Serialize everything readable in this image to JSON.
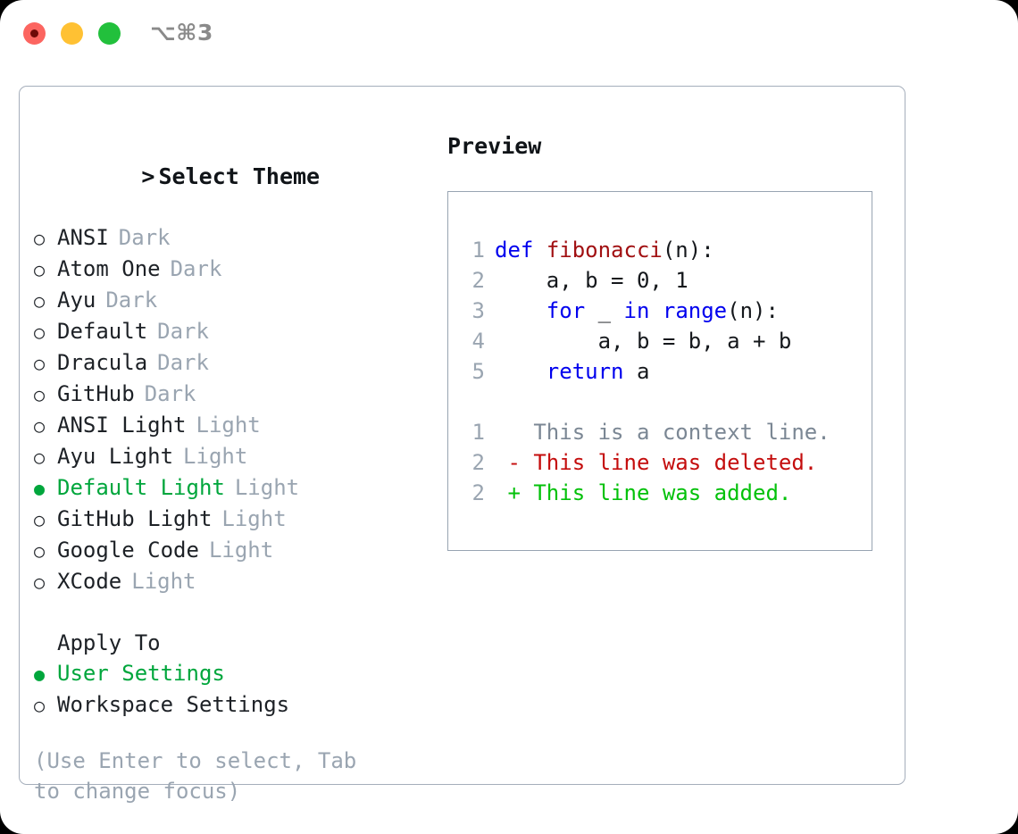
{
  "titlebar": {
    "traffic_lights": [
      {
        "name": "close",
        "color": "#fc6560"
      },
      {
        "name": "minimize",
        "color": "#ffc133"
      },
      {
        "name": "zoom",
        "color": "#22c03c"
      }
    ],
    "shortcut": "⌥⌘3"
  },
  "theme_picker": {
    "header": "Select Theme",
    "caret": ">",
    "marker_unselected": "○",
    "marker_selected": "●",
    "items": [
      {
        "name": "ANSI",
        "kind": "Dark",
        "selected": false
      },
      {
        "name": "Atom One",
        "kind": "Dark",
        "selected": false
      },
      {
        "name": "Ayu",
        "kind": "Dark",
        "selected": false
      },
      {
        "name": "Default",
        "kind": "Dark",
        "selected": false
      },
      {
        "name": "Dracula",
        "kind": "Dark",
        "selected": false
      },
      {
        "name": "GitHub",
        "kind": "Dark",
        "selected": false
      },
      {
        "name": "ANSI Light",
        "kind": "Light",
        "selected": false
      },
      {
        "name": "Ayu Light",
        "kind": "Light",
        "selected": false
      },
      {
        "name": "Default Light",
        "kind": "Light",
        "selected": true
      },
      {
        "name": "GitHub Light",
        "kind": "Light",
        "selected": false
      },
      {
        "name": "Google Code",
        "kind": "Light",
        "selected": false
      },
      {
        "name": "XCode",
        "kind": "Light",
        "selected": false
      }
    ]
  },
  "apply_to": {
    "label": "Apply To",
    "options": [
      {
        "name": "User Settings",
        "selected": true
      },
      {
        "name": "Workspace Settings",
        "selected": false
      }
    ]
  },
  "hint": "(Use Enter to select, Tab to change focus)",
  "preview": {
    "title": "Preview",
    "code_lines": [
      {
        "num": "1",
        "tokens": [
          {
            "t": "def",
            "c": "kw"
          },
          {
            "t": " ",
            "c": "plain"
          },
          {
            "t": "fibonacci",
            "c": "fn"
          },
          {
            "t": "(n):",
            "c": "plain"
          }
        ]
      },
      {
        "num": "2",
        "tokens": [
          {
            "t": "    a, b = 0, 1",
            "c": "plain"
          }
        ]
      },
      {
        "num": "3",
        "tokens": [
          {
            "t": "    ",
            "c": "plain"
          },
          {
            "t": "for",
            "c": "kw"
          },
          {
            "t": " _ ",
            "c": "plain"
          },
          {
            "t": "in",
            "c": "kw"
          },
          {
            "t": " ",
            "c": "plain"
          },
          {
            "t": "range",
            "c": "kw"
          },
          {
            "t": "(n):",
            "c": "plain"
          }
        ]
      },
      {
        "num": "4",
        "tokens": [
          {
            "t": "        a, b = b, a + b",
            "c": "plain"
          }
        ]
      },
      {
        "num": "5",
        "tokens": [
          {
            "t": "    ",
            "c": "plain"
          },
          {
            "t": "return",
            "c": "kw"
          },
          {
            "t": " a",
            "c": "plain"
          }
        ]
      }
    ],
    "diff_lines": [
      {
        "num": "1",
        "sign": " ",
        "text": " This is a context line.",
        "c": "ctx"
      },
      {
        "num": "2",
        "sign": "-",
        "text": " This line was deleted.",
        "c": "del"
      },
      {
        "num": "2",
        "sign": "+",
        "text": " This line was added.",
        "c": "add"
      }
    ]
  },
  "colors": {
    "accent_green": "#00a63c",
    "muted": "#9aa5b1",
    "border": "#a5aebb",
    "keyword": "#0000ee",
    "function": "#a11012",
    "diff_delete": "#c40d0d",
    "diff_add": "#03c10a"
  }
}
